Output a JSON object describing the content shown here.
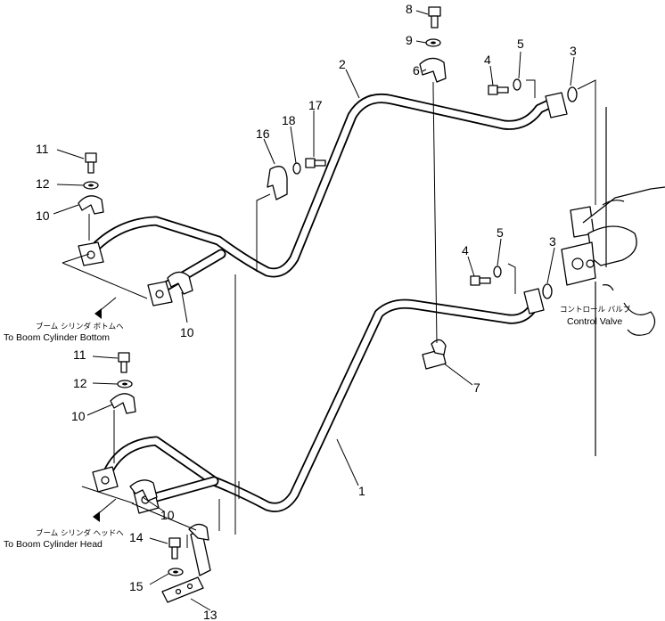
{
  "callouts": {
    "n1": "1",
    "n2": "2",
    "n3a": "3",
    "n3b": "3",
    "n4a": "4",
    "n4b": "4",
    "n5a": "5",
    "n5b": "5",
    "n6": "6",
    "n7": "7",
    "n8": "8",
    "n9": "9",
    "n10a": "10",
    "n10b": "10",
    "n10c": "10",
    "n10d": "10",
    "n11a": "11",
    "n11b": "11",
    "n12a": "12",
    "n12b": "12",
    "n13": "13",
    "n14": "14",
    "n15": "15",
    "n16": "16",
    "n17": "17",
    "n18": "18"
  },
  "captions": {
    "boom_bottom_jp": "ブーム シリンダ ボトムへ",
    "boom_bottom_en": "To Boom Cylinder Bottom",
    "boom_head_jp": "ブーム シリンダ ヘッドへ",
    "boom_head_en": "To Boom Cylinder Head",
    "control_valve_jp": "コントロール バルブ",
    "control_valve_en": "Control Valve"
  }
}
